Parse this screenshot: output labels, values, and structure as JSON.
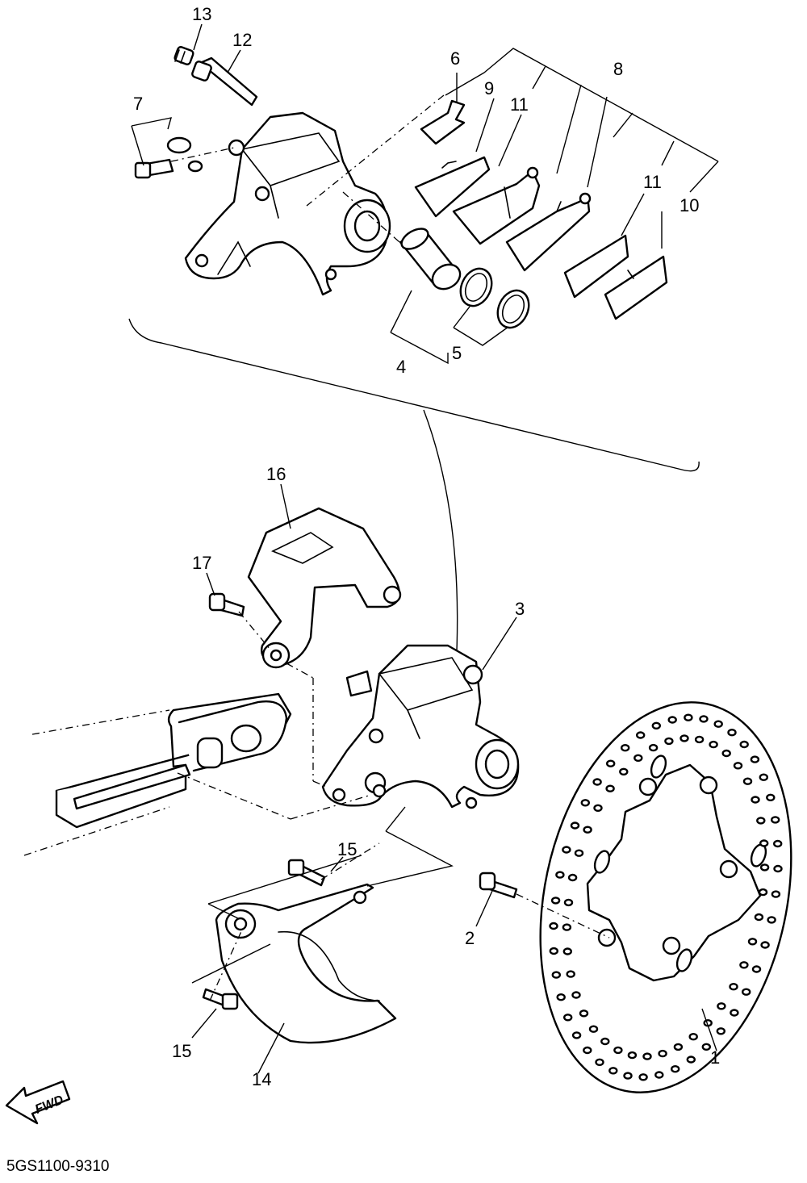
{
  "callouts": [
    {
      "id": "13",
      "text": "13"
    },
    {
      "id": "12",
      "text": "12"
    },
    {
      "id": "7",
      "text": "7"
    },
    {
      "id": "6",
      "text": "6"
    },
    {
      "id": "9",
      "text": "9"
    },
    {
      "id": "11a",
      "text": "11"
    },
    {
      "id": "8",
      "text": "8"
    },
    {
      "id": "11b",
      "text": "11"
    },
    {
      "id": "11c",
      "text": "11"
    },
    {
      "id": "10",
      "text": "10"
    },
    {
      "id": "4",
      "text": "4"
    },
    {
      "id": "5",
      "text": "5"
    },
    {
      "id": "16",
      "text": "16"
    },
    {
      "id": "17",
      "text": "17"
    },
    {
      "id": "3",
      "text": "3"
    },
    {
      "id": "15a",
      "text": "15"
    },
    {
      "id": "2",
      "text": "2"
    },
    {
      "id": "15b",
      "text": "15"
    },
    {
      "id": "14",
      "text": "14"
    },
    {
      "id": "1",
      "text": "1"
    }
  ],
  "fwd_label": "FWD",
  "diagram_code": "5GS1100-9310"
}
